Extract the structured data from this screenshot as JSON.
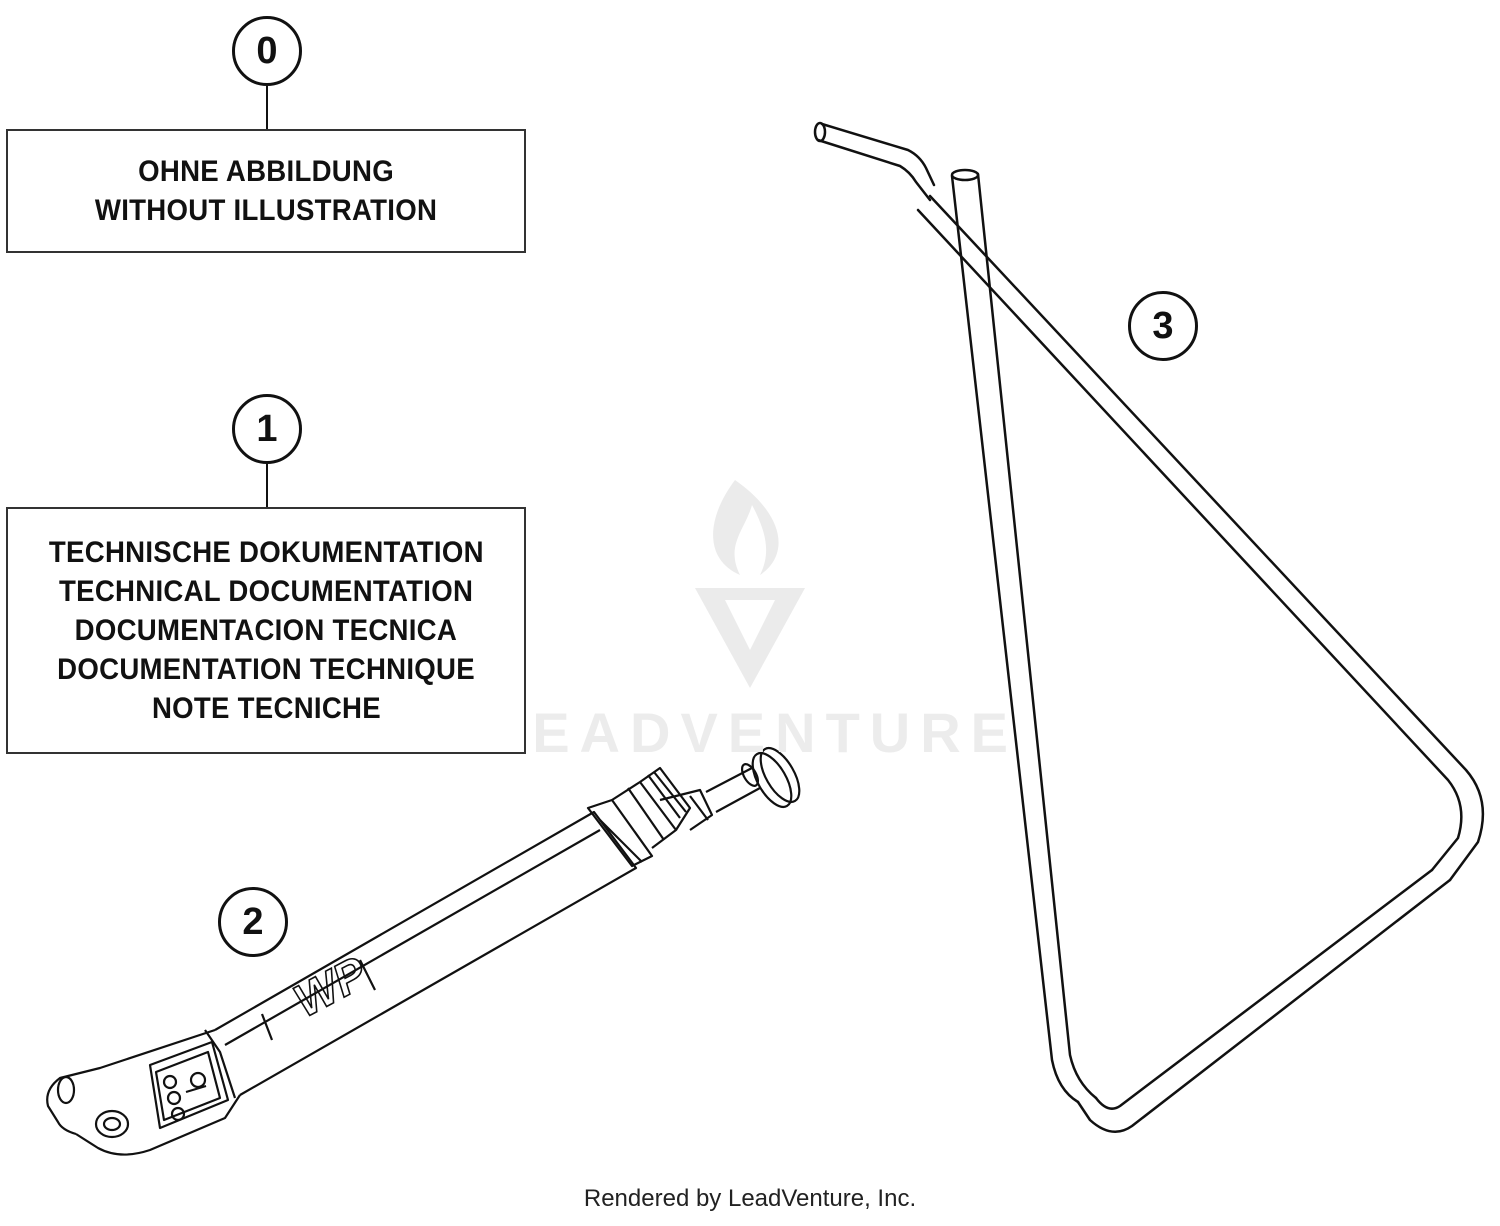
{
  "callouts": {
    "c0": "0",
    "c1": "1",
    "c2": "2",
    "c3": "3"
  },
  "box_0": {
    "lines": [
      "OHNE ABBILDUNG",
      "WITHOUT ILLUSTRATION"
    ]
  },
  "box_1": {
    "lines": [
      "TECHNISCHE DOKUMENTATION",
      "TECHNICAL DOCUMENTATION",
      "DOCUMENTACION TECNICA",
      "DOCUMENTATION TECHNIQUE",
      "NOTE TECNICHE"
    ]
  },
  "watermark": {
    "text": "LEADVENTURE"
  },
  "pump_logo_text": "WP",
  "footer": {
    "text": "Rendered by LeadVenture, Inc."
  }
}
